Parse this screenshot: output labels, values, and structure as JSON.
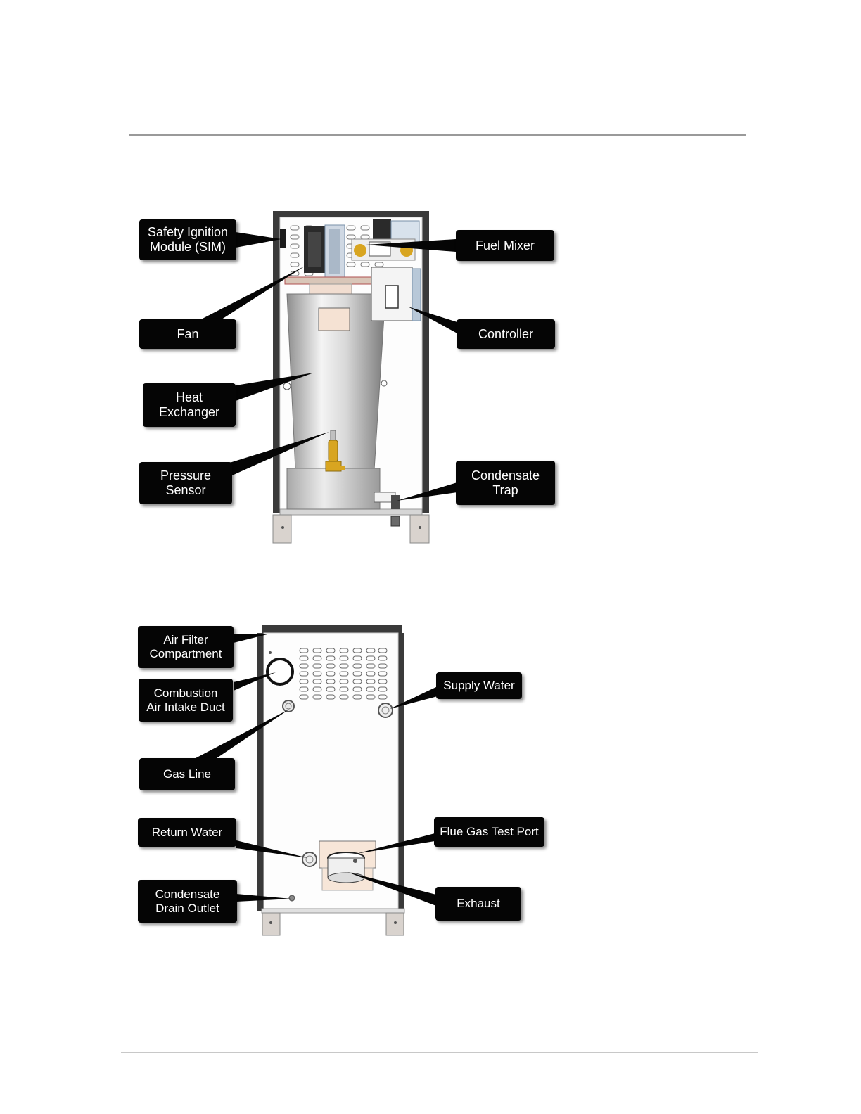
{
  "front_view": {
    "labels": {
      "sim": "Safety Ignition\nModule (SIM)",
      "fan": "Fan",
      "heat_exchanger": "Heat\nExchanger",
      "pressure_sensor": "Pressure\nSensor",
      "fuel_mixer": "Fuel Mixer",
      "controller": "Controller",
      "condensate_trap": "Condensate\nTrap"
    }
  },
  "rear_view": {
    "labels": {
      "air_filter": "Air Filter\nCompartment",
      "combustion_air": "Combustion\nAir Intake Duct",
      "gas_line": "Gas Line",
      "return_water": "Return Water",
      "condensate_drain": "Condensate\nDrain Outlet",
      "supply_water": "Supply Water",
      "flue_gas_port": "Flue Gas Test Port",
      "exhaust": "Exhaust"
    }
  },
  "colors": {
    "callout_bg": "#050505",
    "callout_text": "#ffffff",
    "frame": "#3a3a3a",
    "brass": "#d8a521",
    "steel": "#c9c9c9",
    "flue_box": "#f7e6d8"
  }
}
